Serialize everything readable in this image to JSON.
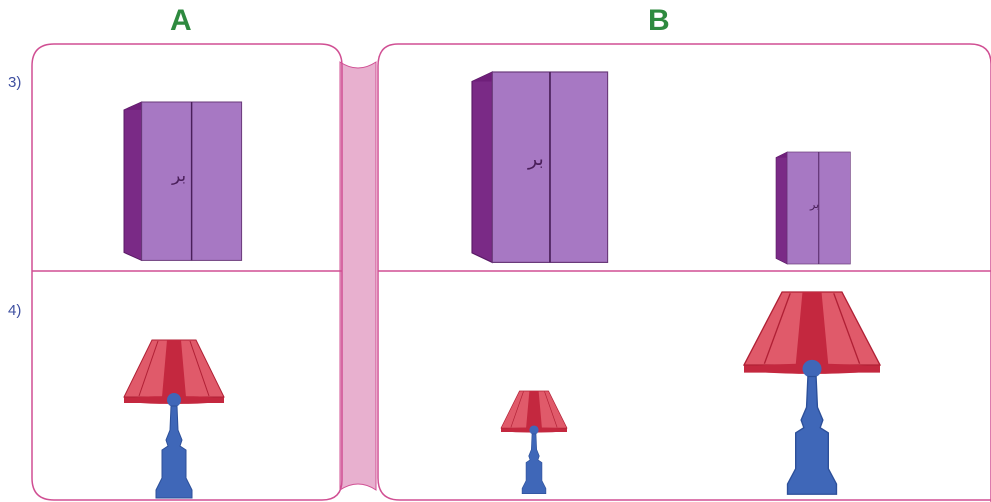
{
  "columns": [
    {
      "label": "A"
    },
    {
      "label": "B"
    }
  ],
  "rows": [
    {
      "number": "3)"
    },
    {
      "number": "4)"
    }
  ],
  "wardrobe": {
    "door_text": "ﺑﺮ"
  },
  "colors": {
    "heading": "#2e8a3f",
    "row_number": "#3e4fa0",
    "frame": "#d04f93",
    "center_bar": "#e8b0cf",
    "wardrobe_front": "#a778c3",
    "wardrobe_side": "#7a2a86",
    "wardrobe_top": "#6f1f7a",
    "lamp_shade_light": "#e05a6a",
    "lamp_shade_dark": "#c4283f",
    "lamp_base": "#3f67b8"
  }
}
